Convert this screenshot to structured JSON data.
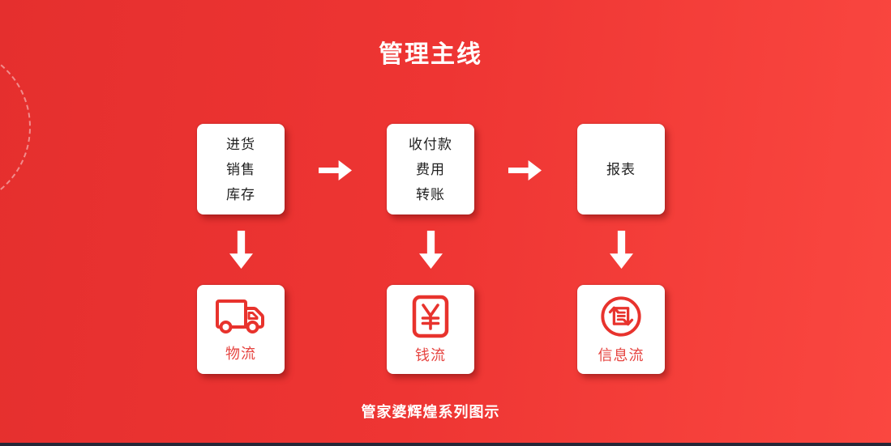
{
  "title": "管理主线",
  "caption": "管家婆辉煌系列图示",
  "colors": {
    "background_left": "#e52f2e",
    "background_right": "#fa4740",
    "accent_red": "#e8332d",
    "label_red": "#e64541",
    "card_background": "#ffffff",
    "card_text": "#1f1f1f",
    "title_text": "#ffffff",
    "bottom_bar": "#262737"
  },
  "flow": {
    "top_boxes": [
      {
        "lines": [
          "进货",
          "销售",
          "库存"
        ]
      },
      {
        "lines": [
          "收付款",
          "费用",
          "转账"
        ]
      },
      {
        "lines": [
          "报表"
        ]
      }
    ],
    "bottom_boxes": [
      {
        "icon": "truck-icon",
        "label": "物流"
      },
      {
        "icon": "yuan-sign-icon",
        "label": "钱流"
      },
      {
        "icon": "document-cycle-icon",
        "label": "信息流"
      }
    ]
  }
}
